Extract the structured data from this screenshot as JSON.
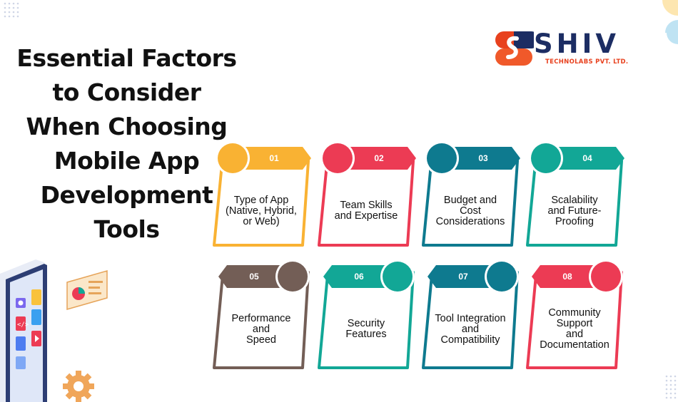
{
  "title_lines": [
    "Essential Factors",
    "to Consider",
    "When Choosing",
    "Mobile App",
    "Development",
    "Tools"
  ],
  "logo": {
    "word": "SHIV",
    "subtitle": "TECHNOLABS PVT. LTD."
  },
  "colors": {
    "yellow": "#f9b233",
    "red": "#ec3b54",
    "teal_dark": "#0e7a8f",
    "teal": "#12a796",
    "brown": "#735e56",
    "navy": "#1c2d63",
    "orange": "#e8411e"
  },
  "cards": [
    {
      "num": "01",
      "lines": [
        "Type of App",
        "(Native, Hybrid,",
        "or Web)"
      ],
      "color": "#f9b233"
    },
    {
      "num": "02",
      "lines": [
        "Team Skills",
        "and Expertise"
      ],
      "color": "#ec3b54"
    },
    {
      "num": "03",
      "lines": [
        "Budget and",
        "Cost",
        "Considerations"
      ],
      "color": "#0e7a8f"
    },
    {
      "num": "04",
      "lines": [
        "Scalability",
        "and Future-",
        "Proofing"
      ],
      "color": "#12a796"
    },
    {
      "num": "05",
      "lines": [
        "Performance",
        "and",
        "Speed"
      ],
      "color": "#735e56"
    },
    {
      "num": "06",
      "lines": [
        "Security",
        "Features"
      ],
      "color": "#12a796"
    },
    {
      "num": "07",
      "lines": [
        "Tool Integration",
        "and",
        "Compatibility"
      ],
      "color": "#0e7a8f"
    },
    {
      "num": "08",
      "lines": [
        "Community",
        "Support",
        "and",
        "Documentation"
      ],
      "color": "#ec3b54"
    }
  ]
}
